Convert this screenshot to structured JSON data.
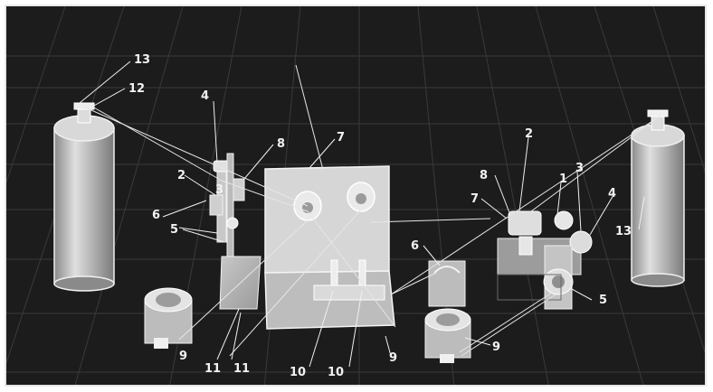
{
  "diagram": {
    "background_color": "#1c1c1c",
    "line_color": "#e6e6e6",
    "component_color": "#cfcfcf",
    "callouts": [
      {
        "id": "c13a",
        "label": "13"
      },
      {
        "id": "c12",
        "label": "12"
      },
      {
        "id": "c4",
        "label": "4"
      },
      {
        "id": "c8a",
        "label": "8"
      },
      {
        "id": "c7a",
        "label": "7"
      },
      {
        "id": "c2a",
        "label": "2"
      },
      {
        "id": "c6",
        "label": "6"
      },
      {
        "id": "c5a",
        "label": "5"
      },
      {
        "id": "c3",
        "label": "3"
      },
      {
        "id": "c9a",
        "label": "9"
      },
      {
        "id": "c11a",
        "label": "11"
      },
      {
        "id": "c11b",
        "label": "11"
      },
      {
        "id": "c10a",
        "label": "10"
      },
      {
        "id": "c10b",
        "label": "10"
      },
      {
        "id": "c9b",
        "label": "9"
      },
      {
        "id": "c2b",
        "label": "2"
      },
      {
        "id": "c8b",
        "label": "8"
      },
      {
        "id": "c7b",
        "label": "7"
      },
      {
        "id": "c1",
        "label": "1"
      },
      {
        "id": "c3b",
        "label": "3"
      },
      {
        "id": "c4b",
        "label": "4"
      },
      {
        "id": "c13b",
        "label": "13"
      },
      {
        "id": "c6b",
        "label": "6"
      },
      {
        "id": "c5b",
        "label": "5"
      },
      {
        "id": "c9c",
        "label": "9"
      }
    ]
  }
}
